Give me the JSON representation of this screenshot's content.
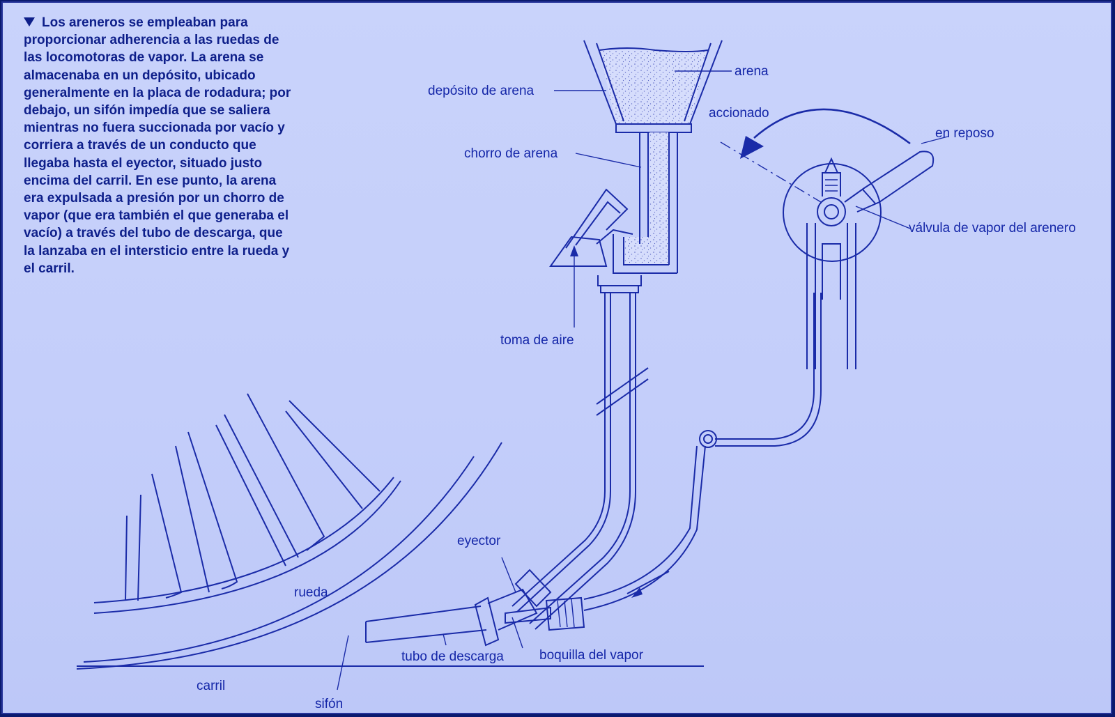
{
  "caption": {
    "lines": [
      "Los areneros se empleaban para",
      "proporcionar adherencia a las ruedas de",
      "las locomotoras de vapor. La arena se",
      "almacenaba en un depósito, ubicado",
      "generalmente en la placa de rodadura; por",
      "debajo, un sifón impedía que se saliera",
      "mientras no fuera succionada por vacío y",
      "corriera a través de un conducto que",
      "llegaba hasta el eyector, situado justo",
      "encima del carril. En ese punto, la arena",
      "era expulsada a presión por un chorro de",
      "vapor (que era también el que generaba el",
      "vacío) a través del tubo de descarga, que",
      "la lanzaba en el intersticio entre la rueda y",
      "el carril."
    ]
  },
  "labels": {
    "arena": "arena",
    "deposito": "depósito de arena",
    "accionado": "accionado",
    "en_reposo": "en reposo",
    "chorro": "chorro de arena",
    "valvula": "válvula de vapor del arenero",
    "toma_aire": "toma de aire",
    "eyector": "eyector",
    "rueda": "rueda",
    "tubo_descarga": "tubo de descarga",
    "boquilla": "boquilla del vapor",
    "carril": "carril",
    "sifon": "sifón"
  },
  "colors": {
    "background": "#c6d0fa",
    "ink": "#1a2ba8",
    "caption_ink": "#0e1f8a",
    "border": "#26349a"
  },
  "icons": {
    "caption_bullet": "triangle-down-icon"
  }
}
